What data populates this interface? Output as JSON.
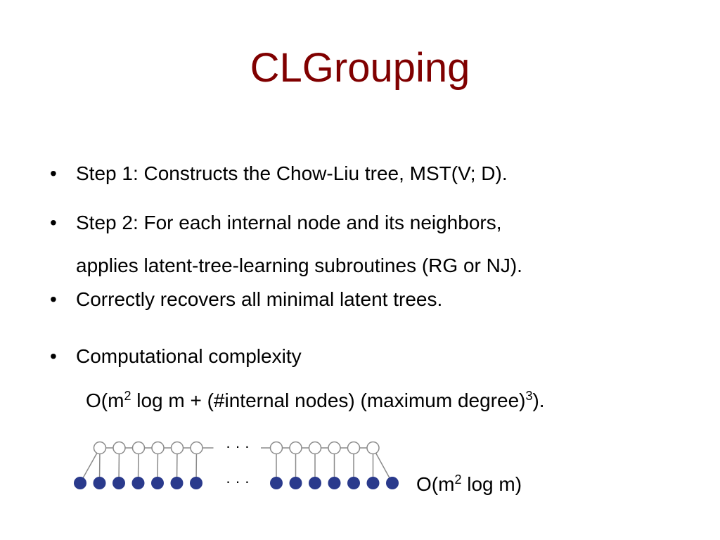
{
  "slide": {
    "title": "CLGrouping",
    "bullets": [
      {
        "text": "Step 1: Constructs the Chow-Liu tree, MST(V; D)."
      },
      {
        "text": "Step 2: For each internal node and its neighbors,",
        "continuation": "applies latent-tree-learning subroutines (RG or NJ)."
      },
      {
        "text": "Correctly recovers all minimal latent trees."
      },
      {
        "text": "Computational complexity"
      }
    ],
    "complexity": {
      "prefix": "O(m",
      "sup1": "2",
      "middle": " log m + (#internal nodes) (maximum degree)",
      "sup2": "3",
      "suffix": ")."
    },
    "figure": {
      "ellipsis": "· · ·",
      "formula_prefix": "O(m",
      "formula_sup": "2",
      "formula_suffix": " log m)",
      "colors": {
        "hidden_node_stroke": "#8a8a8a",
        "hidden_node_fill": "#ffffff",
        "observed_node_fill": "#2a3a8c",
        "edge": "#8a8a8a"
      }
    }
  }
}
